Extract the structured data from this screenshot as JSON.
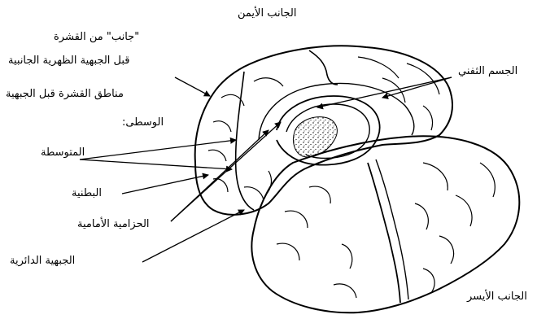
{
  "figure": {
    "right_hemisphere": "الجانب الأيمن",
    "left_hemisphere": "الجانب الأيسر",
    "lateral_quote": "\"جانب\" من القشرة",
    "dorsolateral_prefrontal": "قبل الجبهية الظهرية الجانبية",
    "medial_prefrontal_areas": "مناطق القشرة قبل الجبهية",
    "medial_colon": "الوسطى:",
    "middle": "المتوسطة",
    "ventral": "البطنية",
    "anterior_cingulate": "الحزامية الأمامية",
    "orbitofrontal": "الجبهية الدائرية",
    "corpus_callosum": "الجسم الثفني"
  },
  "colors": {
    "line": "#000000",
    "background": "#ffffff"
  }
}
